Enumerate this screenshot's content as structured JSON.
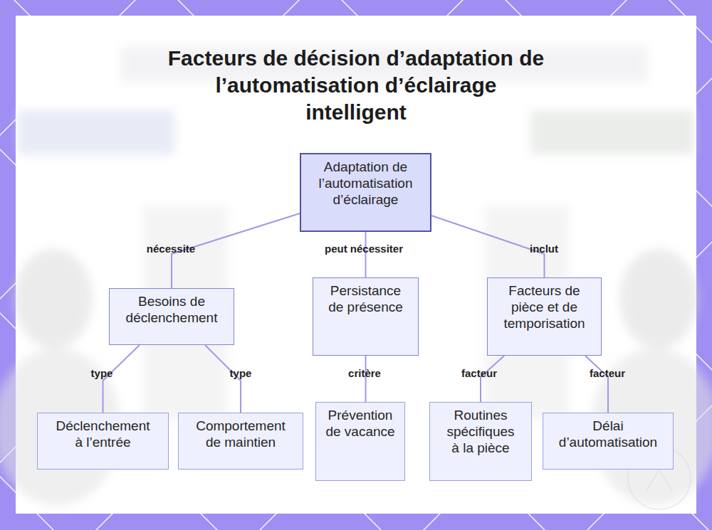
{
  "diagram": {
    "title": "Facteurs de décision d’adaptation de l’automatisation d’éclairage intelligent",
    "nodes": [
      {
        "text": [
          "Adaptation de l’automatisation d’éclairage"
        ]
      },
      {
        "text": [
          "Besoins de déclenchement"
        ]
      },
      {
        "text": [
          "Persistance de présence"
        ]
      },
      {
        "text": [
          "Facteurs de pièce et de temporisation"
        ]
      },
      {
        "text": [
          "Déclenchement à l’entrée"
        ]
      },
      {
        "text": [
          "Comportement de maintien"
        ]
      },
      {
        "text": [
          "Prévention de vacance"
        ]
      },
      {
        "text": [
          "Routines spécifiques à la pièce"
        ]
      },
      {
        "text": [
          "Délai d’automatisation"
        ]
      }
    ],
    "edges": [
      {
        "from": 0,
        "to": 1,
        "label": "nécessite",
        "arrow": "none"
      },
      {
        "from": 0,
        "to": 2,
        "label": "peut nécessiter",
        "arrow": "none"
      },
      {
        "from": 0,
        "to": 3,
        "label": "inclut",
        "arrow": "none"
      },
      {
        "from": 1,
        "to": 4,
        "label": "type",
        "arrow": "none"
      },
      {
        "from": 1,
        "to": 5,
        "label": "type",
        "arrow": "none"
      },
      {
        "from": 2,
        "to": 6,
        "label": "critère",
        "arrow": "none"
      },
      {
        "from": 3,
        "to": 7,
        "label": "facteur",
        "arrow": "none"
      },
      {
        "from": 3,
        "to": 8,
        "label": "facteur",
        "arrow": "none"
      }
    ]
  }
}
